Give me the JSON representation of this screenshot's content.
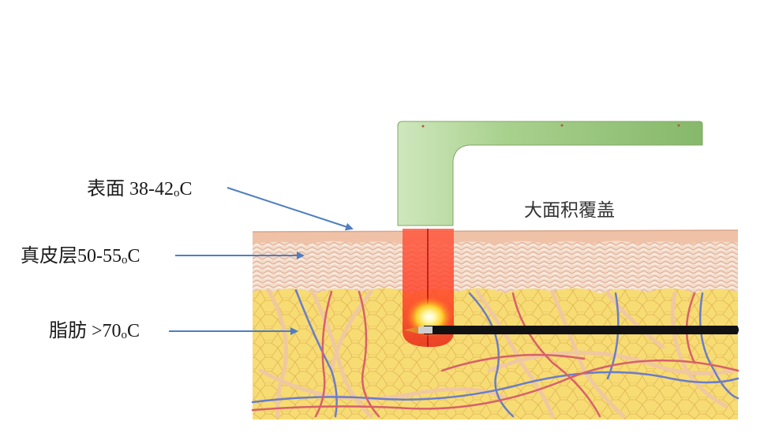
{
  "labels": {
    "surface_prefix": "表面 38-42",
    "surface_sub": "o",
    "surface_suffix": "C",
    "dermis_prefix": "真皮层50-55",
    "dermis_sub": "o",
    "dermis_suffix": "C",
    "fat_prefix": "脂肪 >70",
    "fat_sub": "o",
    "fat_suffix": "C",
    "coverage": "大面积覆盖"
  },
  "colors": {
    "handpiece": "#a9d18e",
    "epidermis": "#efc2a7",
    "dermis": "#f3d8c4",
    "fat": "#f7db72",
    "artery": "#d8606a",
    "vein": "#6a7dc9",
    "nerve": "#f0c8a0",
    "heat": "#ff4a2a",
    "arrow": "#4f7ec0",
    "probe": "#111111"
  }
}
